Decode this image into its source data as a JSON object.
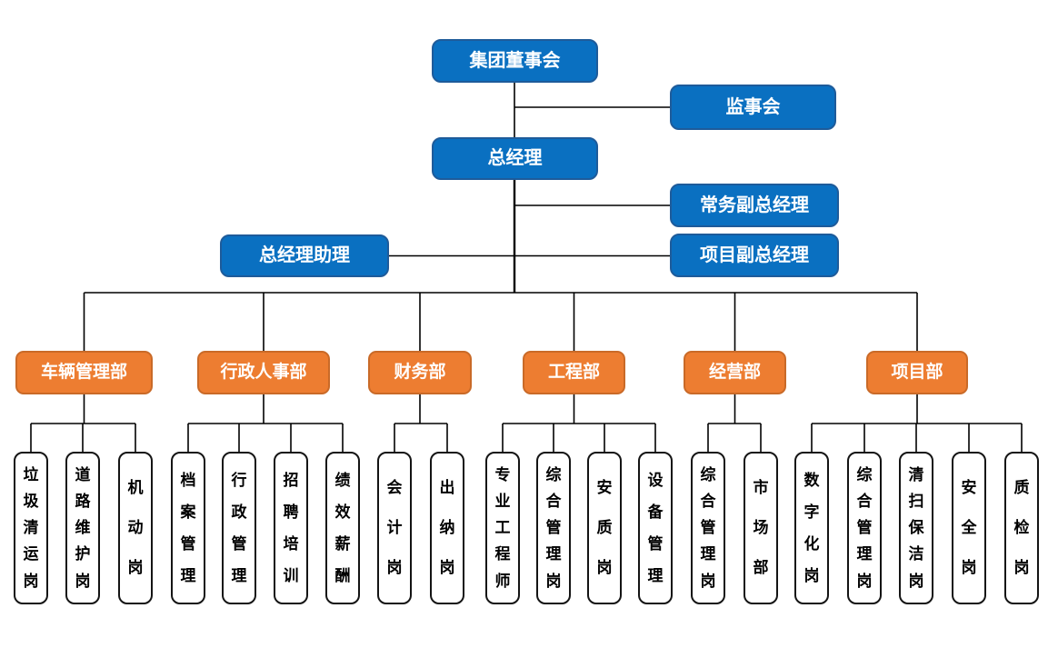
{
  "colors": {
    "blue_fill": "#0A70C1",
    "blue_border": "#1E5B9A",
    "orange_fill": "#ED7D31",
    "orange_border": "#C96A28",
    "node_border": "#141414",
    "line": "#000000",
    "text_on_color": "#FFFFFF",
    "text_dark": "#000000"
  },
  "top": {
    "board": {
      "label": "集团董事会"
    },
    "supervisory": {
      "label": "监事会"
    },
    "gm": {
      "label": "总经理"
    },
    "exec_vice_gm": {
      "label": "常务副总经理"
    },
    "gm_assistant": {
      "label": "总经理助理"
    },
    "project_vice_gm": {
      "label": "项目副总经理"
    }
  },
  "departments": [
    {
      "label": "车辆管理部",
      "children": [
        "垃圾清运岗",
        "道路维护岗",
        "机动岗"
      ]
    },
    {
      "label": "行政人事部",
      "children": [
        "档案管理",
        "行政管理",
        "招聘培训",
        "绩效薪酬"
      ]
    },
    {
      "label": "财务部",
      "children": [
        "会计岗",
        "出纳岗"
      ]
    },
    {
      "label": "工程部",
      "children": [
        "专业工程师",
        "综合管理岗",
        "安质岗",
        "设备管理"
      ]
    },
    {
      "label": "经营部",
      "children": [
        "综合管理岗",
        "市场部"
      ]
    },
    {
      "label": "项目部",
      "children": [
        "数字化岗",
        "综合管理岗",
        "清扫保洁岗",
        "安全岗",
        "质检岗"
      ]
    }
  ]
}
